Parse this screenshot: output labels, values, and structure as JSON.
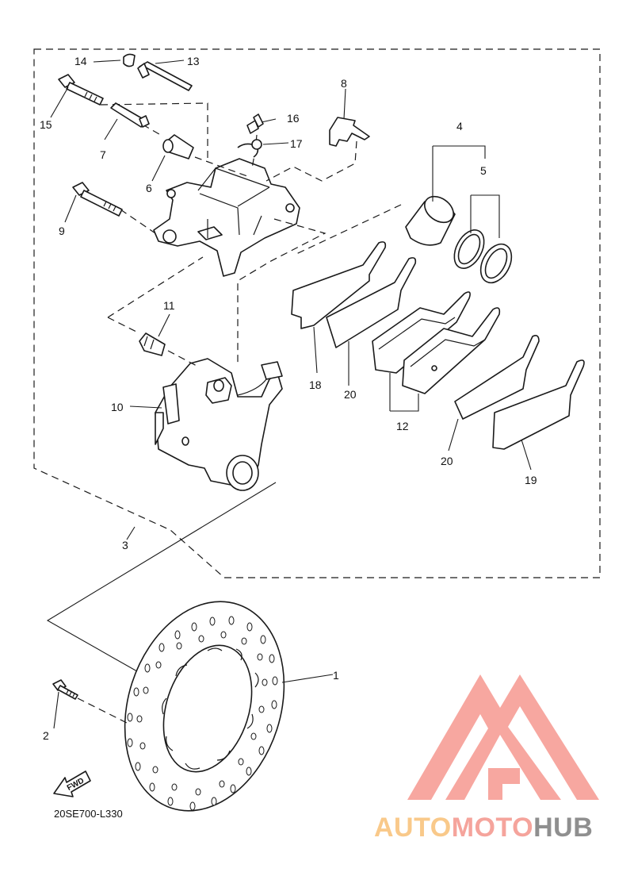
{
  "diagram": {
    "drawing_code": "20SE700-L330",
    "fwd_label": "FWD",
    "callouts": [
      {
        "id": "c1",
        "label": "1"
      },
      {
        "id": "c2",
        "label": "2"
      },
      {
        "id": "c3",
        "label": "3"
      },
      {
        "id": "c4",
        "label": "4"
      },
      {
        "id": "c5",
        "label": "5"
      },
      {
        "id": "c6",
        "label": "6"
      },
      {
        "id": "c7",
        "label": "7"
      },
      {
        "id": "c8",
        "label": "8"
      },
      {
        "id": "c9",
        "label": "9"
      },
      {
        "id": "c10",
        "label": "10"
      },
      {
        "id": "c11",
        "label": "11"
      },
      {
        "id": "c12",
        "label": "12"
      },
      {
        "id": "c13",
        "label": "13"
      },
      {
        "id": "c14",
        "label": "14"
      },
      {
        "id": "c15",
        "label": "15"
      },
      {
        "id": "c16",
        "label": "16"
      },
      {
        "id": "c17",
        "label": "17"
      },
      {
        "id": "c18",
        "label": "18"
      },
      {
        "id": "c19",
        "label": "19"
      },
      {
        "id": "c20a",
        "label": "20"
      },
      {
        "id": "c20b",
        "label": "20"
      }
    ]
  },
  "watermark": {
    "part1": "AUTO",
    "part2": "MOTO",
    "part3": "HUB",
    "colors": {
      "logo": "#f7a7a0",
      "auto": "#f9c98a",
      "moto": "#f5a49c",
      "hub": "#8f8f8f"
    }
  }
}
